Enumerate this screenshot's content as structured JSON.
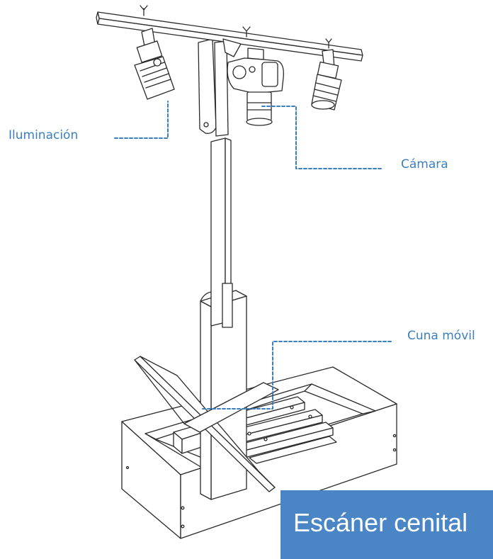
{
  "labels": {
    "lighting": "Iluminación",
    "camera": "Cámara",
    "cradle": "Cuna móvil"
  },
  "badge": {
    "title": "Escáner cenital"
  },
  "colors": {
    "accent": "#3b7fc0",
    "badge_bg": "#4a86c6",
    "line_art": "#2a2a2a",
    "background": "#ffffff"
  }
}
